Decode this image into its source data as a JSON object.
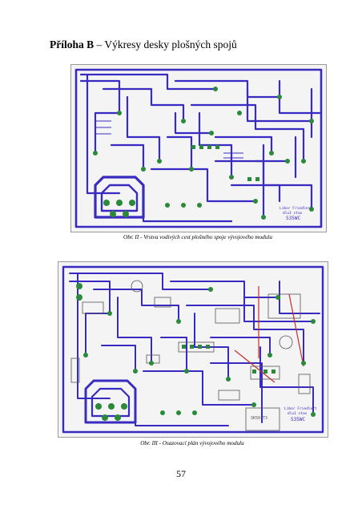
{
  "heading": {
    "prefix": "Příloha B",
    "dash": " – ",
    "title": "Výkresy desky plošných spojů"
  },
  "figure1": {
    "caption": "Obr. II - Vrstva vodivých cest plošného spoje vývojového modulu",
    "label_lines": [
      "Libor Friedlert",
      "dlu1 stav",
      "S35WC"
    ]
  },
  "figure2": {
    "caption": "Obr. III - Osazovací plán vývojového modulu",
    "label_lines": [
      "Libor Friedlert",
      "dlu1 stav",
      "S35WC"
    ],
    "component_label": "SK50 T3"
  },
  "page_number": "57",
  "colors": {
    "trace": "#3a2bc0",
    "pad": "#2a8a3a",
    "silk": "#555555",
    "accent_red": "#c0302a"
  }
}
